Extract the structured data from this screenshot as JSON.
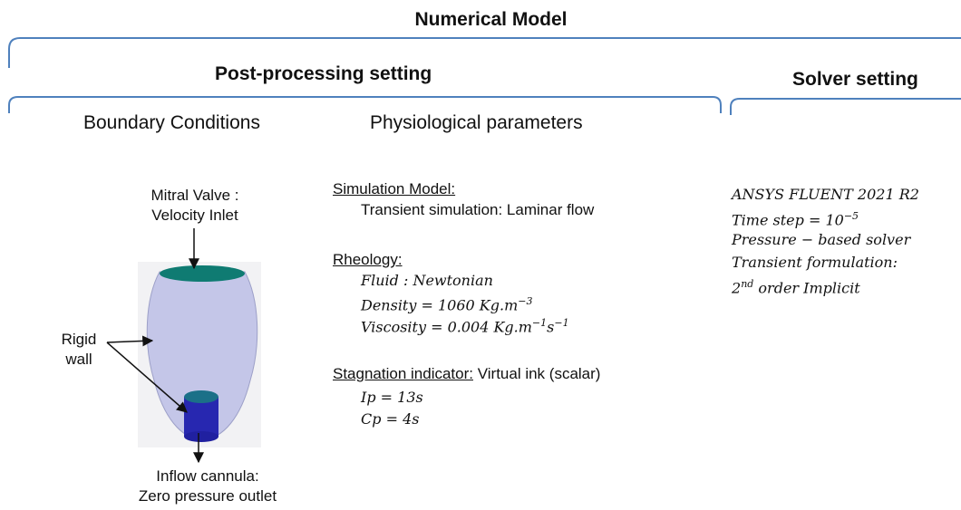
{
  "title": "Numerical Model",
  "post_processing": {
    "heading": "Post-processing setting",
    "boundary_conditions": {
      "heading": "Boundary Conditions",
      "inlet_label_line1": "Mitral Valve :",
      "inlet_label_line2": "Velocity Inlet",
      "wall_label_line1": "Rigid",
      "wall_label_line2": "wall",
      "outlet_label_line1": "Inflow cannula:",
      "outlet_label_line2": "Zero pressure outlet"
    },
    "physiological": {
      "heading": "Physiological parameters",
      "simulation_model_heading": "Simulation Model:",
      "simulation_model_value": "Transient simulation: Laminar flow",
      "rheology_heading": "Rheology:",
      "rheology_items": [
        "Fluid : Newtonian",
        "Density =  1060 Kg.m",
        "Viscosity = 0.004 Kg.m"
      ],
      "density_exponent": "−3",
      "viscosity_exponent1": "−1",
      "viscosity_s": "s",
      "viscosity_exponent2": "−1",
      "stagnation_heading": "Stagnation indicator:",
      "stagnation_value": " Virtual ink (scalar)",
      "stagnation_items": [
        "Ip = 13s",
        "Cp = 4s"
      ]
    }
  },
  "solver": {
    "heading": "Solver setting",
    "items": [
      "ANSYS FLUENT 2021 R2",
      "Time step =  10",
      "Pressure − based solver",
      "Transient formulation:",
      "2"
    ],
    "time_step_exponent": "−5",
    "order_superscript": "nd",
    "order_suffix": " order Implicit"
  },
  "colors": {
    "bracket": "#4f81bd",
    "ventricle_fill": "#c4c6e8",
    "inlet_disk": "#0f7b72",
    "cannula": "#2727b0"
  }
}
